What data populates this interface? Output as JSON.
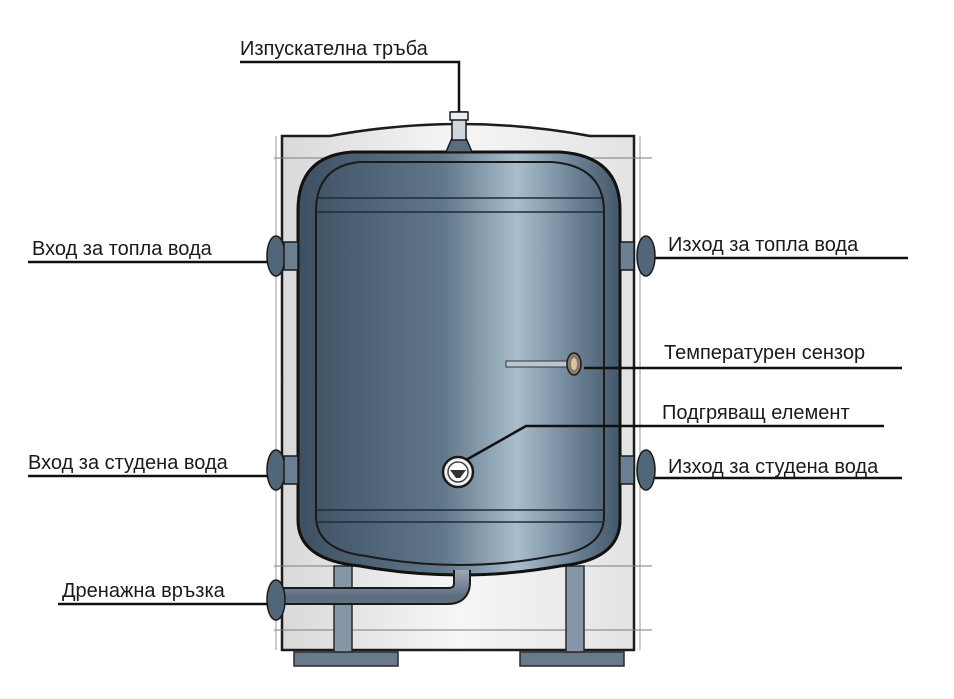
{
  "diagram": {
    "labels": {
      "vent_pipe": "Изпускателна тръба",
      "hot_in": "Вход за топла вода",
      "hot_out": "Изход за топла вода",
      "temp_sensor": "Температурен сензор",
      "heater": "Подгряващ елемент",
      "cold_in": "Вход за студена вода",
      "cold_out": "Изход за студена вода",
      "drain": "Дренажна връзка"
    },
    "colors": {
      "vessel_dark": "#3f5364",
      "vessel_light": "#a9bdcb",
      "casing": "#efefef",
      "casing_edge": "#1c1c1c",
      "fitting": "#52667a",
      "leader_line": "#111111"
    }
  }
}
